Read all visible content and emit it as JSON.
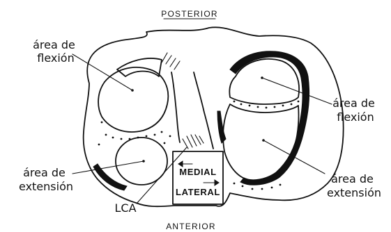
{
  "labels": {
    "posterior": "POSTERIOR",
    "anterior": "ANTERIOR",
    "left_flexion": [
      "área de",
      "flexión"
    ],
    "left_extension": [
      "área de",
      "extensión"
    ],
    "right_flexion": [
      "área de",
      "flexión"
    ],
    "right_extension": [
      "área de",
      "extensión"
    ],
    "lca": "LCA",
    "medial": "MEDIAL",
    "lateral": "LATERAL"
  },
  "arrows": {
    "medial_direction": "left",
    "lateral_direction": "right"
  },
  "colors": {
    "ink": "#111111",
    "background": "#ffffff"
  }
}
